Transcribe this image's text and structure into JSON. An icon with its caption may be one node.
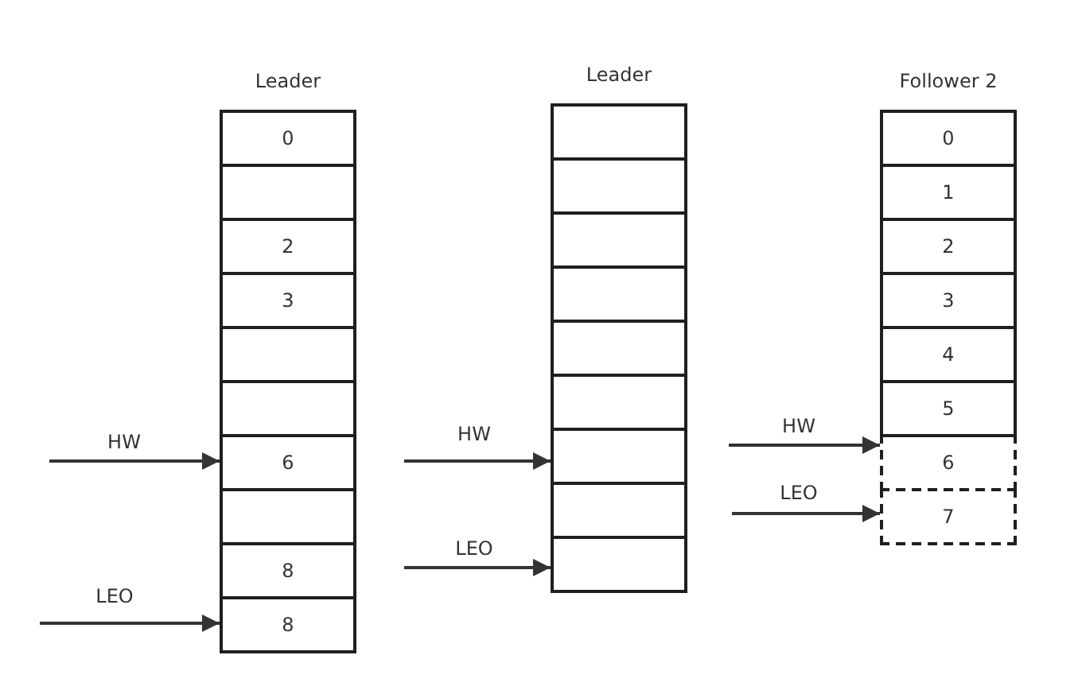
{
  "diagram": {
    "nodes": [
      {
        "text": [
          "Leader"
        ]
      },
      {
        "text": [
          "0"
        ],
        "in": 0
      },
      {
        "text": [],
        "shape": "box",
        "in": 0
      },
      {
        "text": [
          "2"
        ],
        "in": 0
      },
      {
        "text": [
          "3"
        ],
        "in": 0
      },
      {
        "text": [],
        "shape": "box",
        "in": 0
      },
      {
        "text": [],
        "shape": "box",
        "in": 0
      },
      {
        "text": [
          "6"
        ],
        "in": 0
      },
      {
        "text": [],
        "shape": "box",
        "in": 0
      },
      {
        "text": [
          "8"
        ],
        "in": 0
      },
      {
        "text": [
          "8"
        ],
        "in": 0
      },
      {
        "text": [
          "Leader"
        ]
      },
      {
        "text": [],
        "shape": "box",
        "in": 11
      },
      {
        "text": [],
        "shape": "box",
        "in": 11
      },
      {
        "text": [],
        "shape": "box",
        "in": 11
      },
      {
        "text": [],
        "shape": "box",
        "in": 11
      },
      {
        "text": [],
        "shape": "box",
        "in": 11
      },
      {
        "text": [],
        "shape": "box",
        "in": 11
      },
      {
        "text": [],
        "shape": "box",
        "in": 11
      },
      {
        "text": [],
        "shape": "box",
        "in": 11
      },
      {
        "text": [],
        "shape": "box",
        "in": 11
      },
      {
        "text": [
          "Follower 2"
        ]
      },
      {
        "text": [
          "0"
        ],
        "in": 21
      },
      {
        "text": [
          "1"
        ],
        "in": 21
      },
      {
        "text": [
          "2"
        ],
        "in": 21
      },
      {
        "text": [
          "3"
        ],
        "in": 21
      },
      {
        "text": [
          "4"
        ],
        "in": 21
      },
      {
        "text": [
          "5"
        ],
        "in": 21
      },
      {
        "text": [
          "6"
        ],
        "in": 21
      },
      {
        "text": [
          "7"
        ],
        "in": 21
      }
    ],
    "edges": [
      {
        "from": null,
        "to": 7,
        "arrow": "to",
        "label": "HW"
      },
      {
        "from": null,
        "to": 10,
        "arrow": "to",
        "label": "LEO"
      },
      {
        "from": null,
        "to": 18,
        "arrow": "to",
        "label": "HW"
      },
      {
        "from": null,
        "to": 20,
        "arrow": "to",
        "label": "LEO"
      },
      {
        "from": null,
        "to": 28,
        "arrow": "to",
        "label": "HW"
      },
      {
        "from": null,
        "to": 29,
        "arrow": "to",
        "label": "LEO"
      }
    ]
  }
}
